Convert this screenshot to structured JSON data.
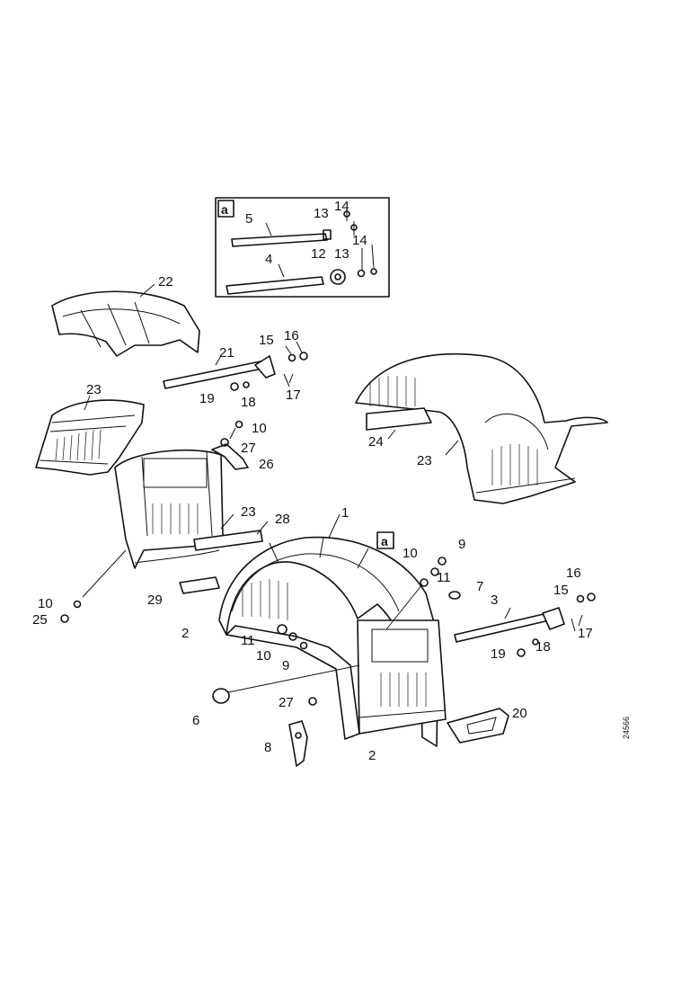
{
  "detail_box": {
    "marker": "a"
  },
  "inset_marker": "a",
  "drawing_ref": "24566",
  "callouts": {
    "c1": "1",
    "c2a": "2",
    "c2b": "2",
    "c3": "3",
    "c4": "4",
    "c5": "5",
    "c6": "6",
    "c7": "7",
    "c8": "8",
    "c9a": "9",
    "c9b": "9",
    "c10a": "10",
    "c10b": "10",
    "c10c": "10",
    "c10d": "10",
    "c11a": "11",
    "c11b": "11",
    "c12": "12",
    "c13a": "13",
    "c13b": "13",
    "c14a": "14",
    "c14b": "14",
    "c15a": "15",
    "c15b": "15",
    "c16a": "16",
    "c16b": "16",
    "c17a": "17",
    "c17b": "17",
    "c18a": "18",
    "c18b": "18",
    "c19a": "19",
    "c19b": "19",
    "c20": "20",
    "c21": "21",
    "c22": "22",
    "c23a": "23",
    "c23b": "23",
    "c23c": "23",
    "c24": "24",
    "c25": "25",
    "c26": "26",
    "c27a": "27",
    "c27b": "27",
    "c28": "28",
    "c29": "29"
  }
}
